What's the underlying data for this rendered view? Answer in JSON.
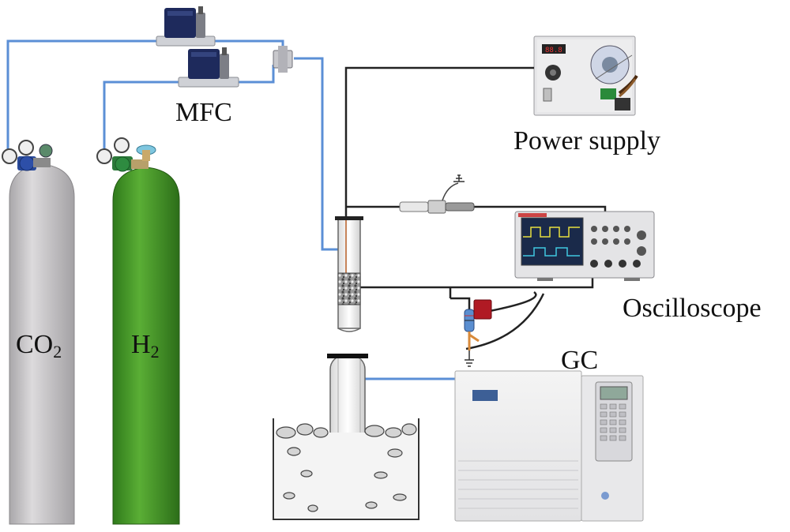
{
  "labels": {
    "mfc": "MFC",
    "power_supply": "Power supply",
    "oscilloscope": "Oscilloscope",
    "gc": "GC",
    "co2_main": "CO",
    "co2_sub": "2",
    "h2_main": "H",
    "h2_sub": "2"
  },
  "colors": {
    "gas_line": "#5b8fd6",
    "wire": "#222222",
    "co2_cylinder": "#c9c7c9",
    "h2_cylinder": "#4a9a2c",
    "mfc_body": "#1e2a5c",
    "gc_body": "#eeeeef",
    "oscilloscope_screen": "#1a2a4a"
  }
}
